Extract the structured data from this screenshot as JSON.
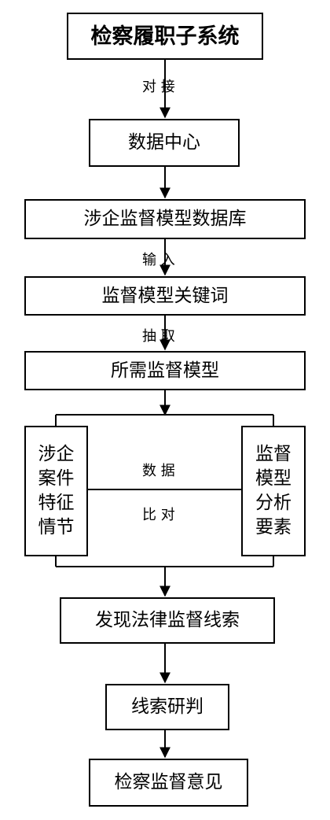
{
  "nodes": {
    "top_system": "检察履职子系统",
    "data_center": "数据中心",
    "model_db": "涉企监督模型数据库",
    "keywords": "监督模型关键词",
    "needed_model": "所需监督模型",
    "case_features": "涉企案件特征情节",
    "model_elements": "监督模型分析要素",
    "clues": "发现法律监督线索",
    "clue_judge": "线索研判",
    "opinion": "检察监督意见"
  },
  "edges": {
    "connect": "对 接",
    "input": "输 入",
    "extract": "抽 取",
    "data": "数 据",
    "compare": "比 对"
  }
}
